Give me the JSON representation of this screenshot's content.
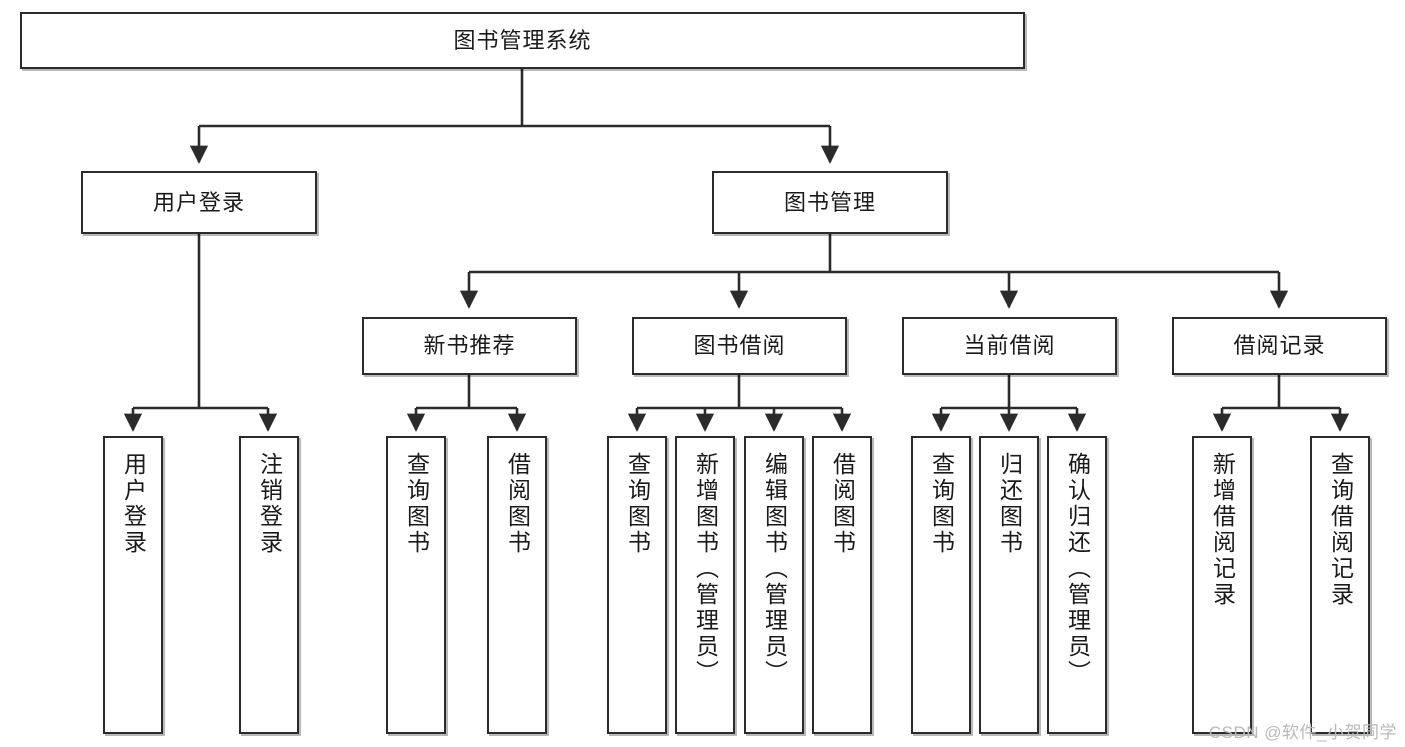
{
  "diagram": {
    "type": "tree-hierarchy-chart",
    "title": "图书管理系统",
    "watermark": "CSDN @软件_小贺同学",
    "colors": {
      "node_border": "#2b2b2b",
      "node_fill": "#ffffff",
      "edge": "#2b2b2b",
      "text": "#1a1a1a",
      "watermark": "#b9b9b9",
      "background": "#ffffff"
    },
    "levels": [
      {
        "level": 1,
        "nodes": [
          {
            "id": "root",
            "label": "图书管理系统",
            "orientation": "horizontal"
          }
        ]
      },
      {
        "level": 2,
        "nodes": [
          {
            "id": "user-login",
            "label": "用户登录",
            "orientation": "horizontal",
            "parent": "root"
          },
          {
            "id": "book-manage",
            "label": "图书管理",
            "orientation": "horizontal",
            "parent": "root"
          }
        ]
      },
      {
        "level": 3,
        "nodes": [
          {
            "id": "new-book-rec",
            "label": "新书推荐",
            "orientation": "horizontal",
            "parent": "book-manage"
          },
          {
            "id": "book-borrow",
            "label": "图书借阅",
            "orientation": "horizontal",
            "parent": "book-manage"
          },
          {
            "id": "current-borrow",
            "label": "当前借阅",
            "orientation": "horizontal",
            "parent": "book-manage"
          },
          {
            "id": "borrow-record",
            "label": "借阅记录",
            "orientation": "horizontal",
            "parent": "book-manage"
          }
        ]
      },
      {
        "level": 4,
        "nodes": [
          {
            "id": "leaf-user-login",
            "label": "用户登录",
            "orientation": "vertical",
            "parent": "user-login"
          },
          {
            "id": "leaf-logout",
            "label": "注销登录",
            "orientation": "vertical",
            "parent": "user-login"
          },
          {
            "id": "leaf-query-book-1",
            "label": "查询图书",
            "orientation": "vertical",
            "parent": "new-book-rec"
          },
          {
            "id": "leaf-borrow-book-1",
            "label": "借阅图书",
            "orientation": "vertical",
            "parent": "new-book-rec"
          },
          {
            "id": "leaf-query-book-2",
            "label": "查询图书",
            "orientation": "vertical",
            "parent": "book-borrow"
          },
          {
            "id": "leaf-add-book",
            "label": "新增图书（管理员）",
            "orientation": "vertical",
            "parent": "book-borrow"
          },
          {
            "id": "leaf-edit-book",
            "label": "编辑图书（管理员）",
            "orientation": "vertical",
            "parent": "book-borrow"
          },
          {
            "id": "leaf-borrow-book-2",
            "label": "借阅图书",
            "orientation": "vertical",
            "parent": "book-borrow"
          },
          {
            "id": "leaf-query-book-3",
            "label": "查询图书",
            "orientation": "vertical",
            "parent": "current-borrow"
          },
          {
            "id": "leaf-return-book",
            "label": "归还图书",
            "orientation": "vertical",
            "parent": "current-borrow"
          },
          {
            "id": "leaf-confirm-return",
            "label": "确认归还（管理员）",
            "orientation": "vertical",
            "parent": "current-borrow"
          },
          {
            "id": "leaf-add-record",
            "label": "新增借阅记录",
            "orientation": "vertical",
            "parent": "borrow-record"
          },
          {
            "id": "leaf-query-record",
            "label": "查询借阅记录",
            "orientation": "vertical",
            "parent": "borrow-record"
          }
        ]
      }
    ]
  }
}
